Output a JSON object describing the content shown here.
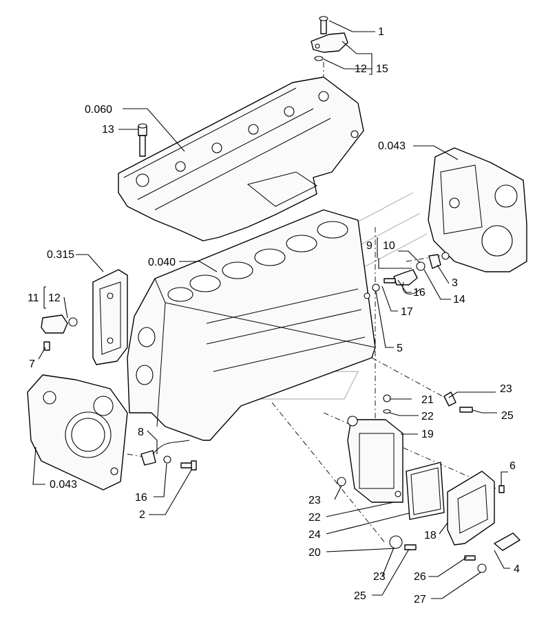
{
  "labels": {
    "l1": "1",
    "l12a": "12",
    "l15": "15",
    "l0060": "0.060",
    "l13": "13",
    "l0043a": "0.043",
    "l9": "9",
    "l10": "10",
    "l3": "3",
    "l14": "14",
    "l17": "17",
    "l16a": "16",
    "l5": "5",
    "l0315": "0.315",
    "l0040": "0.040",
    "l11": "11",
    "l12b": "12",
    "l7": "7",
    "l23a": "23",
    "l25a": "25",
    "l21": "21",
    "l22a": "22",
    "l19": "19",
    "l8": "8",
    "l0043b": "0.043",
    "l16b": "16",
    "l2": "2",
    "l6": "6",
    "l23b": "23",
    "l22b": "22",
    "l24": "24",
    "l18": "18",
    "l20": "20",
    "l4": "4",
    "l23c": "23",
    "l26": "26",
    "l25b": "25",
    "l27": "27"
  }
}
